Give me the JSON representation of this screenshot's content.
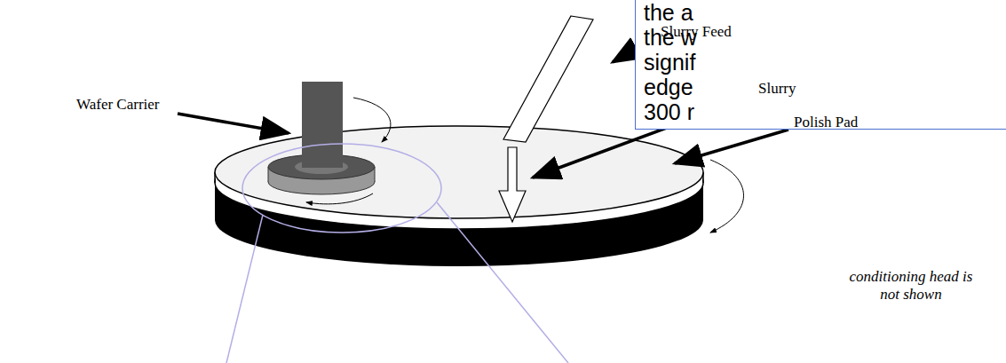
{
  "diagram": {
    "nodes": [
      {
        "text": [
          "the a the w signif edge 300 r"
        ]
      }
    ],
    "labels": [
      "Wafer Carrier",
      "Slurry Feed",
      "Slurry",
      "Polish Pad",
      "conditioning head is not shown"
    ]
  }
}
